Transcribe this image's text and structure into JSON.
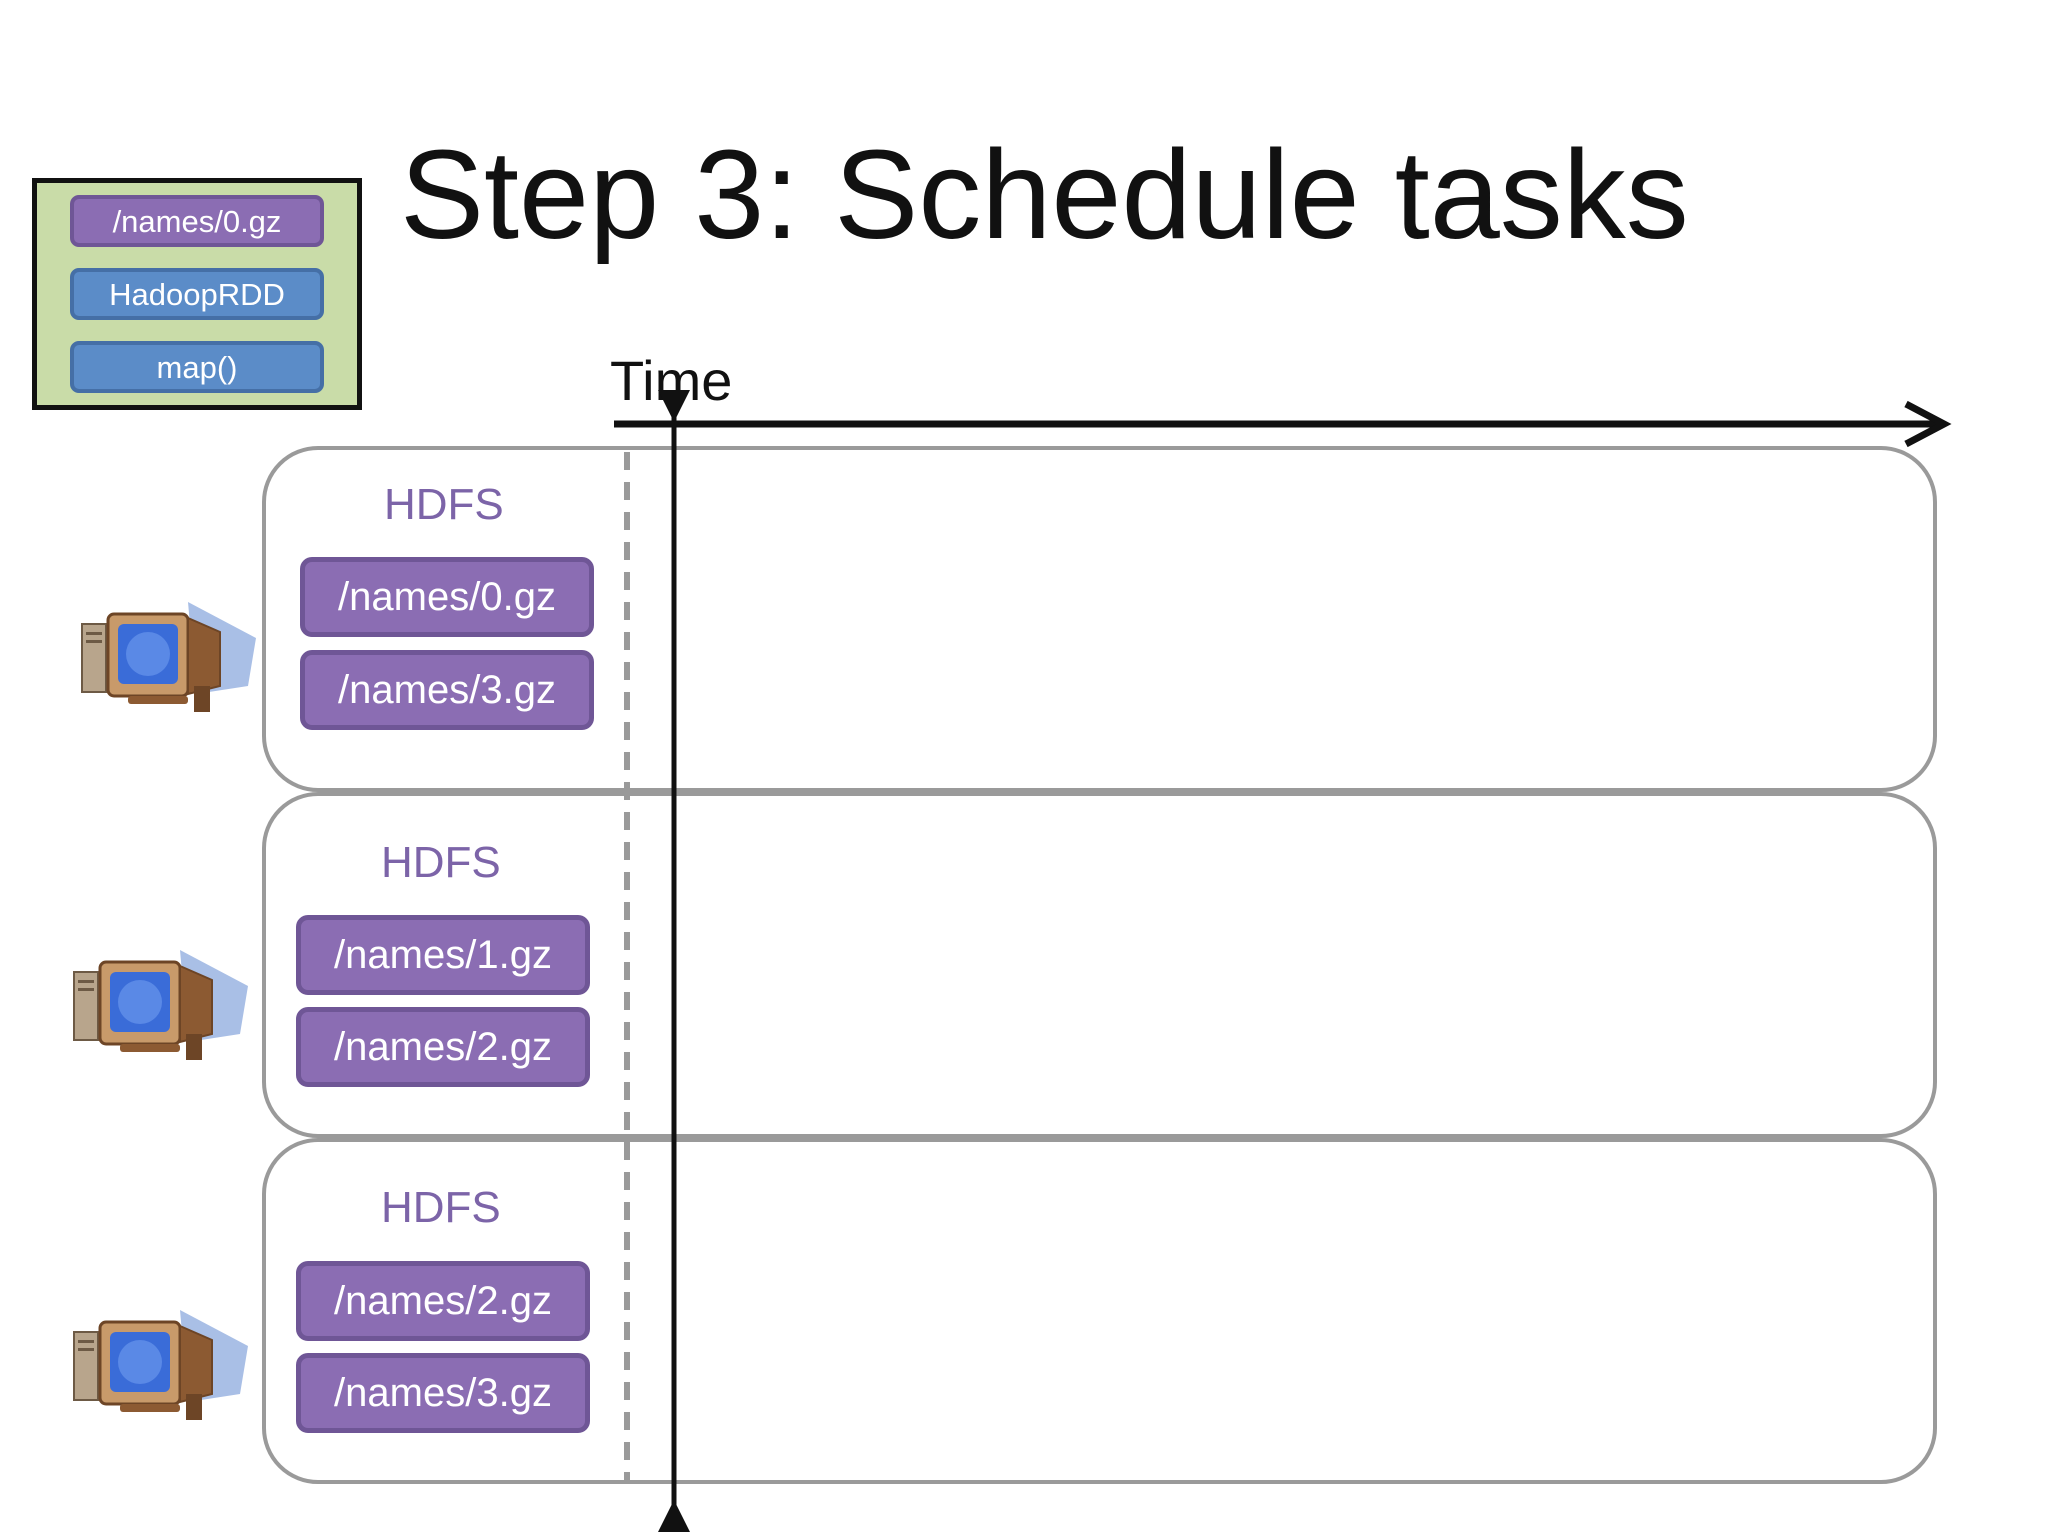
{
  "title": "Step 3: Schedule tasks",
  "legend": {
    "items": [
      "/names/0.gz",
      "HadoopRDD",
      "map()"
    ]
  },
  "timeline": {
    "label": "Time"
  },
  "nodes": [
    {
      "hdfs_label": "HDFS",
      "files": [
        "/names/0.gz",
        "/names/3.gz"
      ]
    },
    {
      "hdfs_label": "HDFS",
      "files": [
        "/names/1.gz",
        "/names/2.gz"
      ]
    },
    {
      "hdfs_label": "HDFS",
      "files": [
        "/names/2.gz",
        "/names/3.gz"
      ]
    }
  ],
  "colors": {
    "partition_purple": "#8b6db3",
    "rdd_blue": "#5b8cc8",
    "legend_green": "#c9dca8",
    "hdfs_text": "#7c64a8"
  }
}
